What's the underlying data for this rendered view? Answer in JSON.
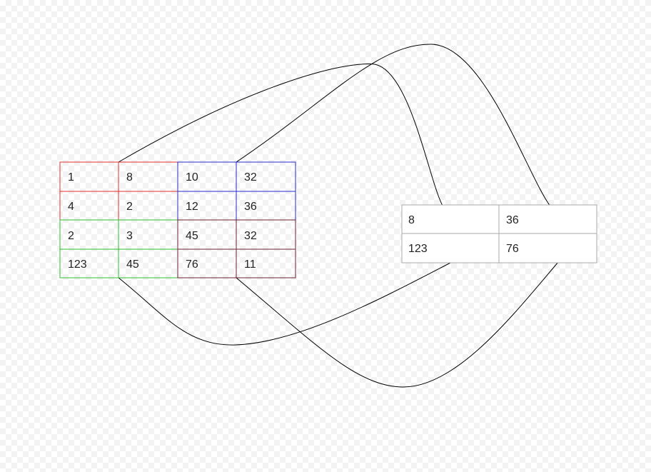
{
  "source_matrix": {
    "rows": [
      [
        "1",
        "8",
        "10",
        "32"
      ],
      [
        "4",
        "2",
        "12",
        "36"
      ],
      [
        "2",
        "3",
        "45",
        "32"
      ],
      [
        "123",
        "45",
        "76",
        "11"
      ]
    ],
    "block_colors": {
      "top_left": "#e03030",
      "top_right": "#2a2acc",
      "bottom_left": "#2fbf2f",
      "bottom_right": "#6b2233"
    }
  },
  "result_matrix": {
    "rows": [
      [
        "8",
        "36"
      ],
      [
        "123",
        "76"
      ]
    ],
    "border_color": "#aaaaaa"
  },
  "connector_color": "#000000"
}
